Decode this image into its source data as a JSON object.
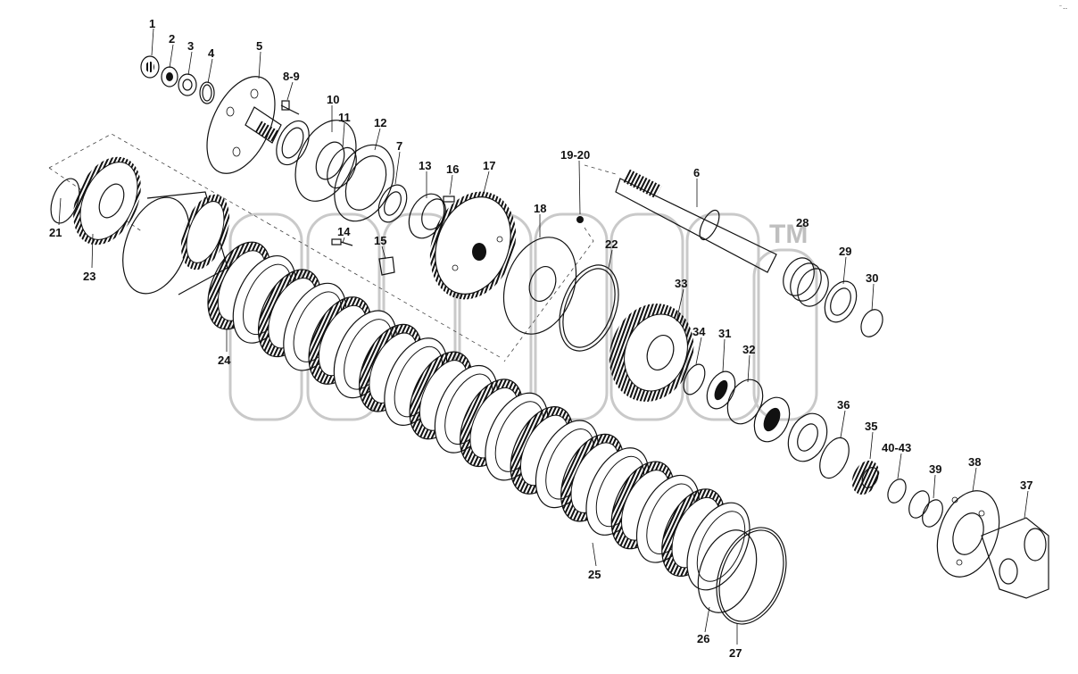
{
  "watermark": {
    "mark": "TM"
  },
  "corner_mark": "⁻‥",
  "parts": [
    {
      "id": "p1",
      "label": "1"
    },
    {
      "id": "p2",
      "label": "2"
    },
    {
      "id": "p3",
      "label": "3"
    },
    {
      "id": "p4",
      "label": "4"
    },
    {
      "id": "p5",
      "label": "5"
    },
    {
      "id": "p89",
      "label": "8-9"
    },
    {
      "id": "p10",
      "label": "10"
    },
    {
      "id": "p11",
      "label": "11"
    },
    {
      "id": "p12",
      "label": "12"
    },
    {
      "id": "p7",
      "label": "7"
    },
    {
      "id": "p13",
      "label": "13"
    },
    {
      "id": "p16",
      "label": "16"
    },
    {
      "id": "p17",
      "label": "17"
    },
    {
      "id": "p1920",
      "label": "19-20"
    },
    {
      "id": "p6",
      "label": "6"
    },
    {
      "id": "p18",
      "label": "18"
    },
    {
      "id": "p22",
      "label": "22"
    },
    {
      "id": "p28",
      "label": "28"
    },
    {
      "id": "p29",
      "label": "29"
    },
    {
      "id": "p30",
      "label": "30"
    },
    {
      "id": "p21",
      "label": "21"
    },
    {
      "id": "p23",
      "label": "23"
    },
    {
      "id": "p14",
      "label": "14"
    },
    {
      "id": "p15",
      "label": "15"
    },
    {
      "id": "p24",
      "label": "24"
    },
    {
      "id": "p33",
      "label": "33"
    },
    {
      "id": "p34",
      "label": "34"
    },
    {
      "id": "p31",
      "label": "31"
    },
    {
      "id": "p32",
      "label": "32"
    },
    {
      "id": "p36",
      "label": "36"
    },
    {
      "id": "p35",
      "label": "35"
    },
    {
      "id": "p4043",
      "label": "40-43"
    },
    {
      "id": "p39",
      "label": "39"
    },
    {
      "id": "p38",
      "label": "38"
    },
    {
      "id": "p37",
      "label": "37"
    },
    {
      "id": "p25",
      "label": "25"
    },
    {
      "id": "p26",
      "label": "26"
    },
    {
      "id": "p27",
      "label": "27"
    }
  ]
}
